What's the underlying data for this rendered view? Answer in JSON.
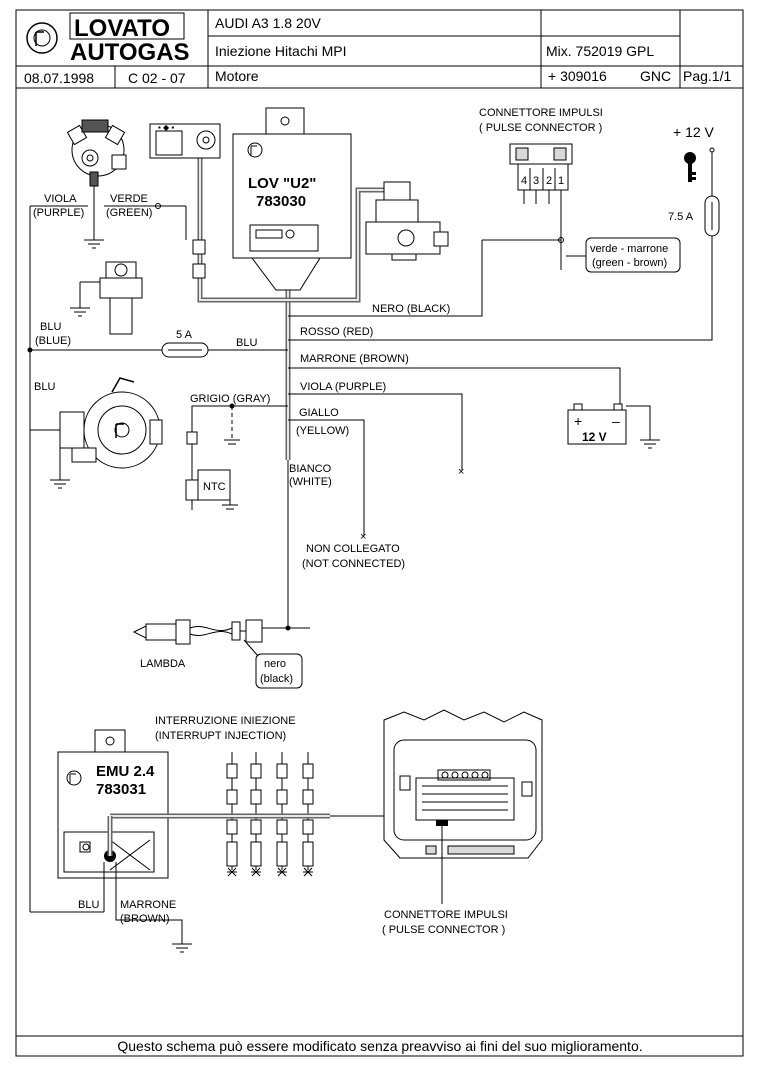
{
  "header": {
    "logo_top": "LOVATO",
    "logo_bottom": "AUTOGAS",
    "vehicle": "AUDI  A3  1.8  20V",
    "injection": "Iniezione  Hitachi   MPI",
    "mix": "Mix. 752019  GPL",
    "date": "08.07.1998",
    "code": "C 02 - 07",
    "section": "Motore",
    "ref": "+ 309016",
    "fuel": "GNC",
    "page": "Pag.1/1"
  },
  "labels": {
    "pulse_connector_top_it": "CONNETTORE IMPULSI",
    "pulse_connector_top_en": "( PULSE CONNECTOR )",
    "plus12v": "+ 12 V",
    "fuse_75a": "7.5 A",
    "verde_marrone": "verde - marrone",
    "green_brown": "(green - brown)",
    "pin_4": "4",
    "pin_3": "3",
    "pin_2": "2",
    "pin_1": "1",
    "viola": "VIOLA",
    "purple": "(PURPLE)",
    "verde": "VERDE",
    "green": "(GREEN)",
    "lov_name": "LOV \"U2\"",
    "lov_code": "783030",
    "nero_black": "NERO (BLACK)",
    "rosso_red": "ROSSO (RED)",
    "blu_left": "BLU",
    "blue_left": "(BLUE)",
    "fuse_5a": "5 A",
    "blu_mid": "BLU",
    "marrone_brown": "MARRONE (BROWN)",
    "blu_reducer": "BLU",
    "viola_purple": "VIOLA (PURPLE)",
    "grigio_gray": "GRIGIO (GRAY)",
    "giallo": "GIALLO",
    "yellow": "(YELLOW)",
    "battery": "12 V",
    "bat_plus": "+",
    "bat_minus": "–",
    "ntc": "NTC",
    "bianco": "BIANCO",
    "white": "(WHITE)",
    "non_collegato": "NON COLLEGATO",
    "not_connected": "(NOT CONNECTED)",
    "lambda": "LAMBDA",
    "nero_it": "nero",
    "black_en": "(black)",
    "interruzione": "INTERRUZIONE INIEZIONE",
    "interrupt": "(INTERRUPT INJECTION)",
    "emu_name": "EMU 2.4",
    "emu_code": "783031",
    "blu_bottom": "BLU",
    "marrone_bottom": "MARRONE",
    "brown_bottom": "(BROWN)",
    "pulse_connector_bottom_it": "CONNETTORE IMPULSI",
    "pulse_connector_bottom_en": "( PULSE CONNECTOR )"
  },
  "footer": "Questo schema può essere modificato senza preavviso ai fini del suo miglioramento.",
  "colors": {
    "harness": "#666666",
    "ink": "#000000",
    "paper": "#ffffff"
  }
}
